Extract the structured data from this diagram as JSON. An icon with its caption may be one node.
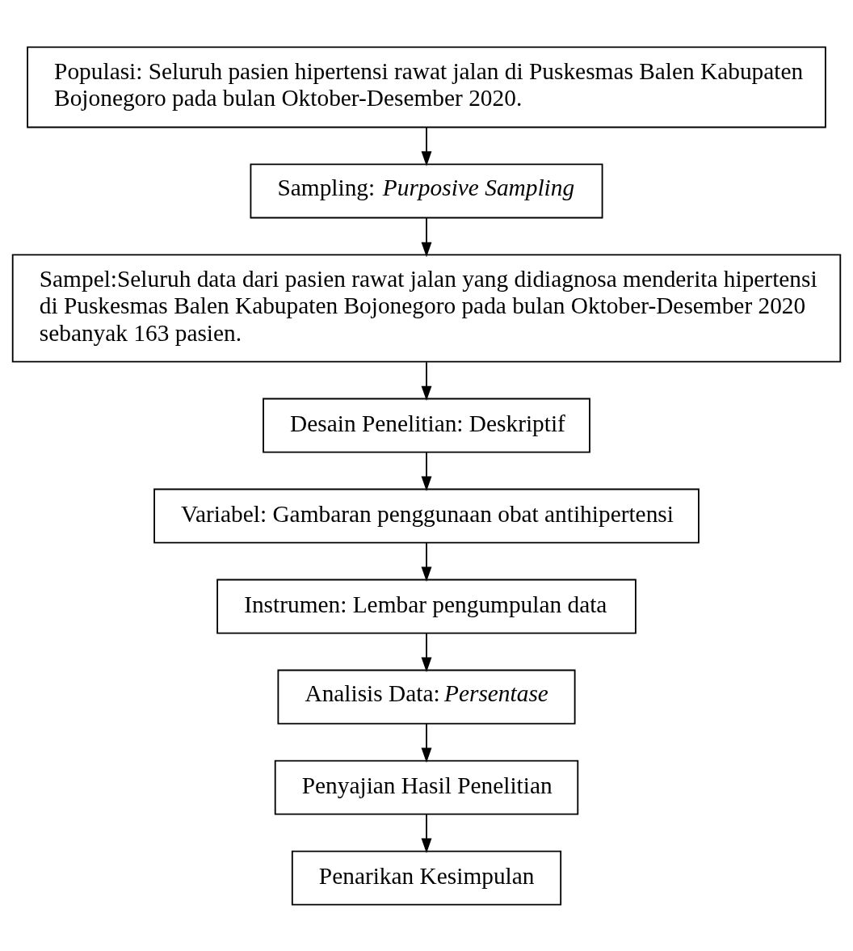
{
  "diagram": {
    "nodes": [
      {
        "text": [
          "Populasi: Seluruh pasien hipertensi rawat jalan di Puskesmas Balen Kabupaten Bojonegoro pada bulan Oktober-Desember 2020."
        ]
      },
      {
        "text": [
          "Sampling: *Purposive Sampling*"
        ]
      },
      {
        "text": [
          "Sampel:Seluruh data dari pasien rawat jalan yang didiagnosa menderita hipertensi di Puskesmas Balen Kabupaten Bojonegoro pada bulan Oktober-Desember 2020 sebanyak 163 pasien."
        ]
      },
      {
        "text": [
          "Desain Penelitian: Deskriptif"
        ]
      },
      {
        "text": [
          "Variabel: Gambaran penggunaan obat antihipertensi"
        ]
      },
      {
        "text": [
          "Instrumen: Lembar pengumpulan data"
        ]
      },
      {
        "text": [
          "Analisis Data: *Persentase*"
        ]
      },
      {
        "text": [
          "Penyajian Hasil Penelitian"
        ]
      },
      {
        "text": [
          "Penarikan Kesimpulan"
        ]
      }
    ],
    "edges": [
      {
        "from": 0,
        "to": 1,
        "arrow": "to"
      },
      {
        "from": 1,
        "to": 2,
        "arrow": "to"
      },
      {
        "from": 2,
        "to": 3,
        "arrow": "to"
      },
      {
        "from": 3,
        "to": 4,
        "arrow": "to"
      },
      {
        "from": 4,
        "to": 5,
        "arrow": "to"
      },
      {
        "from": 5,
        "to": 6,
        "arrow": "to"
      },
      {
        "from": 6,
        "to": 7,
        "arrow": "to"
      },
      {
        "from": 7,
        "to": 8,
        "arrow": "to"
      }
    ]
  }
}
